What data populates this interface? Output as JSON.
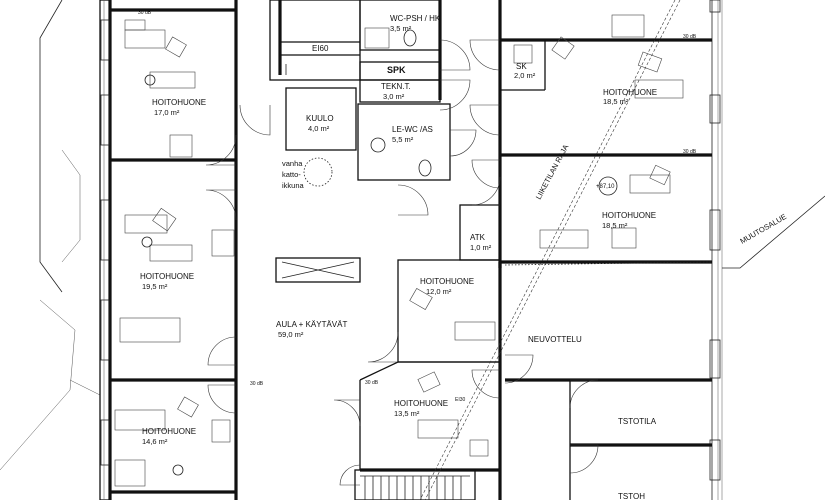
{
  "rooms": [
    {
      "id": "hoito-1",
      "name": "HOITOHUONE",
      "area": "17,0 m²"
    },
    {
      "id": "hoito-2",
      "name": "HOITOHUONE",
      "area": "19,5 m²"
    },
    {
      "id": "hoito-3",
      "name": "HOITOHUONE",
      "area": "14,6 m²"
    },
    {
      "id": "wc-psh",
      "name": "WC-PSH / HK",
      "area": "3,5 m²"
    },
    {
      "id": "tekn",
      "name": "TEKN.T.",
      "area": "3,0 m²"
    },
    {
      "id": "kuulo",
      "name": "KUULO",
      "area": "4,0 m²"
    },
    {
      "id": "le-wc",
      "name": "LE-WC /AS",
      "area": "5,5 m²"
    },
    {
      "id": "sk",
      "name": "SK",
      "area": "2,0 m²"
    },
    {
      "id": "hoito-4",
      "name": "HOITOHUONE",
      "area": "18,5 m²"
    },
    {
      "id": "hoito-5",
      "name": "HOITOHUONE",
      "area": "18,5 m²"
    },
    {
      "id": "atk",
      "name": "ATK",
      "area": "1,0 m²"
    },
    {
      "id": "hoito-6",
      "name": "HOITOHUONE",
      "area": "12,0 m²"
    },
    {
      "id": "hoito-7",
      "name": "HOITOHUONE",
      "area": "13,5 m²"
    },
    {
      "id": "aula",
      "name": "AULA + KÄYTÄVÄT",
      "area": "59,0 m²"
    }
  ],
  "labels": {
    "ei60": "EI60",
    "spk": "SPK",
    "roof_window": [
      "vanha",
      "katto-",
      "ikkuna"
    ],
    "neuvottelu": "NEUVOTTELU",
    "tstotila": "TSTOTILA",
    "tstoh": "TSTOH",
    "liiketila": "LIIKETILAN RAJA",
    "muutosalue": "MUUTOSALUE",
    "level": "+87,10",
    "db": "30 dB",
    "ei30": "EI30"
  }
}
